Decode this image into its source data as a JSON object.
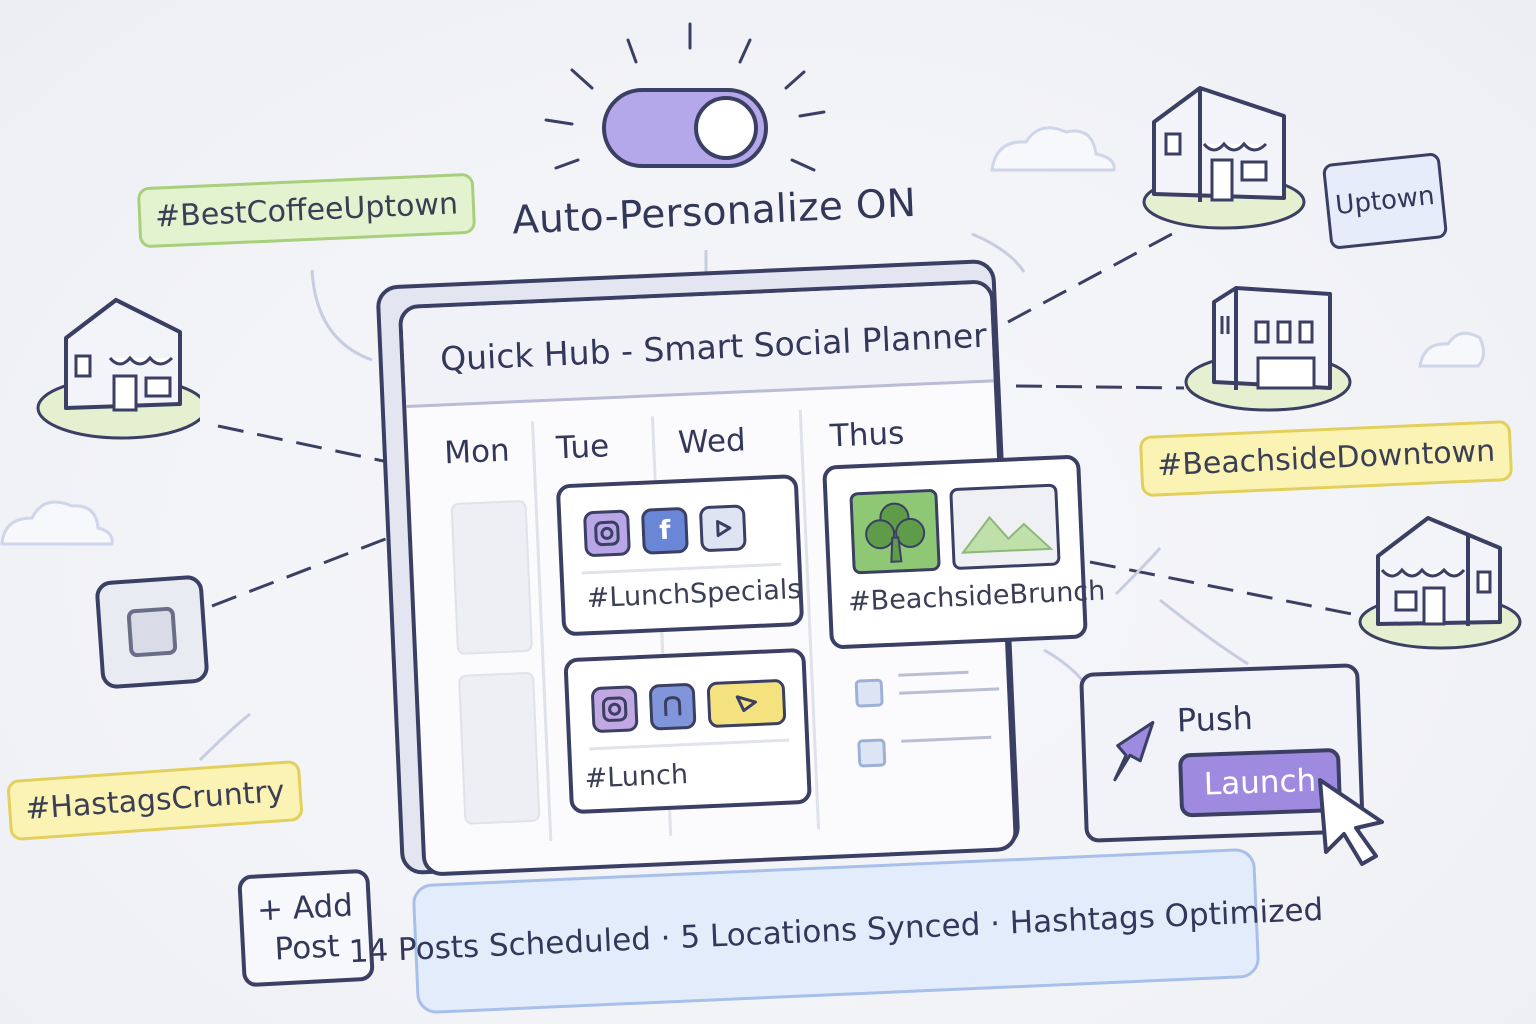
{
  "toggle": {
    "label": "Auto-Personalize ON",
    "state": "on",
    "color": "#b5a8ea"
  },
  "hashtags": {
    "coffee_uptown": "#BestCoffeeUptown",
    "beachside_downtown": "#BeachsideDowntown",
    "hastags_country": "#HastagsCruntry"
  },
  "uptown_sign": "Uptown",
  "planner": {
    "title": "Quick Hub - Smart Social Planner",
    "days": [
      "Mon",
      "Tue",
      "Wed",
      "Thus"
    ],
    "tue_card_1": {
      "hashtag": "#LunchSpecials",
      "icons": [
        "instagram-icon",
        "facebook-icon",
        "video-play-icon"
      ]
    },
    "tue_card_2": {
      "hashtag": "#Lunch",
      "icons": [
        "instagram-icon",
        "messenger-icon",
        "megaphone-icon"
      ]
    },
    "thus_card": {
      "hashtag": "#BeachsideBrunch"
    }
  },
  "push": {
    "label": "Push",
    "button": "Launch",
    "accent": "#9e8be0"
  },
  "add_post": {
    "line1": "+ Add",
    "line2": "Post"
  },
  "status": "14 Posts Scheduled · 5 Locations Synced · Hashtags Optimized"
}
